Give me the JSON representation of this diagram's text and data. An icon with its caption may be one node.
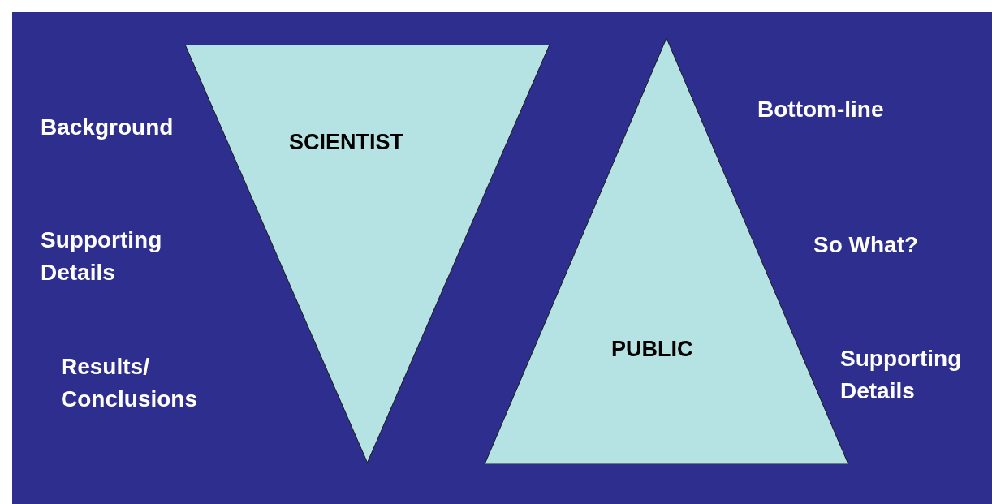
{
  "diagram": {
    "nodes": [
      {
        "text": [
          "SCIENTIST"
        ]
      },
      {
        "text": [
          "PUBLIC"
        ]
      }
    ],
    "labels": [
      "Background",
      "Supporting Details",
      "Results/ Conclusions",
      "Bottom-line",
      "So What?",
      "Supporting Details"
    ]
  }
}
